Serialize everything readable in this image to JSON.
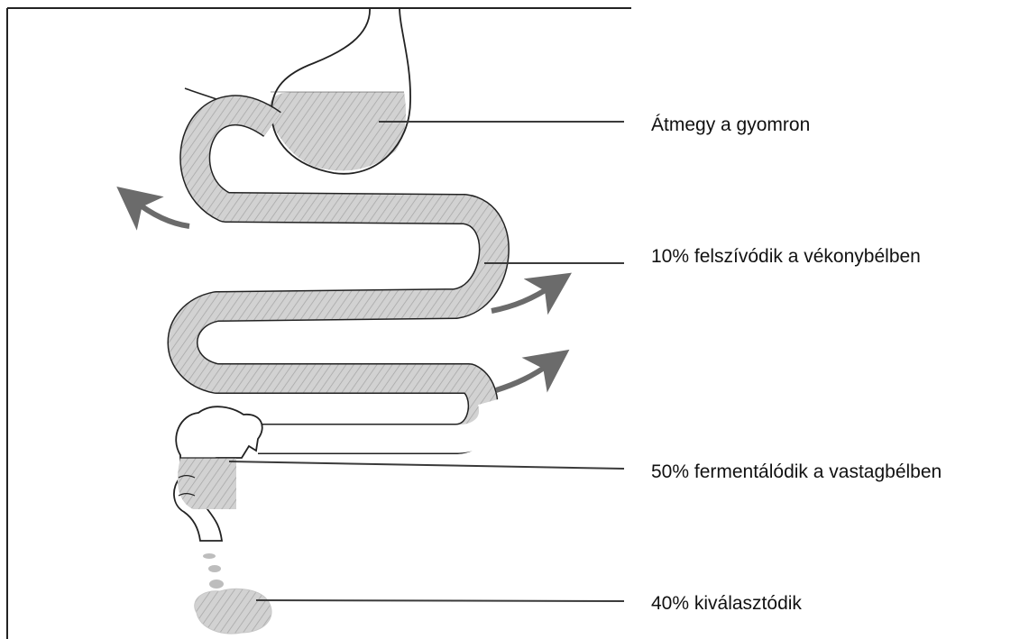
{
  "labels": {
    "stomach": "Átmegy a gyomron",
    "small_intestine": "10% felszívódik a vékonybélben",
    "large_intestine": "50% fermentálódik a vastagbélben",
    "excreted": "40% kiválasztódik"
  },
  "colors": {
    "outline": "#222222",
    "fill": "#c9c9c9",
    "arrow": "#6b6b6b",
    "leader": "#3a3a3a"
  }
}
